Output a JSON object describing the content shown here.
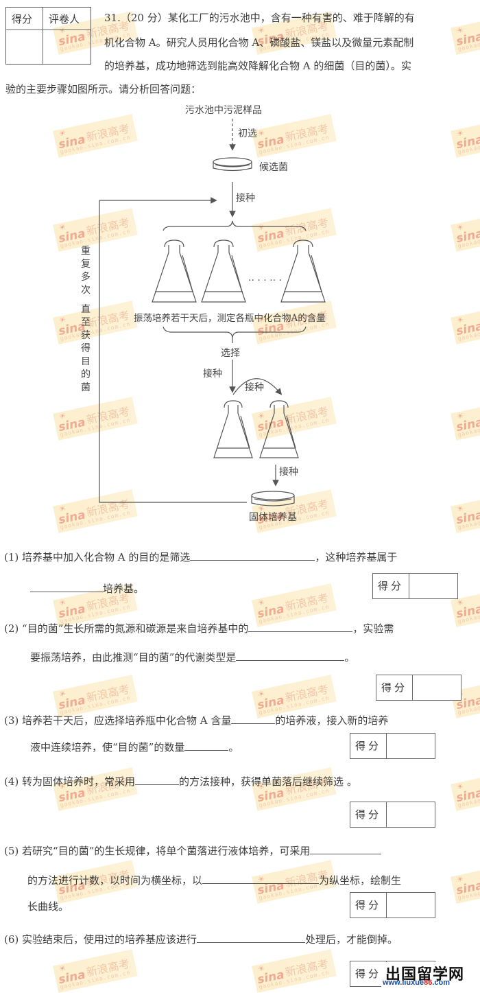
{
  "header_table": {
    "col1": "得分",
    "col2": "评卷人"
  },
  "question": {
    "number": "31.",
    "points": "（20 分）",
    "intro_line1": "某化工厂的污水池中，含有一种有害的、难于降解的有",
    "intro_line2": "机化合物 A。研究人员用化合物 A、磷酸盐、镁盐以及微量元素配制",
    "intro_line3": "的培养基，成功地筛选到能高效降解化合物 A 的细菌（目的菌）。实",
    "intro_line4": "验的主要步骤如图所示。请分析回答问题："
  },
  "diagram": {
    "source": "污水池中污泥样品",
    "step_initial": "初选",
    "candidate": "候选菌",
    "inoculate": "接种",
    "dots": "…… ……",
    "shake_note": "振荡培养若干天后，测定各瓶中化合物A的含量",
    "select": "选择",
    "inoculate2": "接种",
    "inoculate3": "接种",
    "inoculate4": "接种",
    "solid_medium": "固体培养基",
    "loop_label_1": "重复多次",
    "loop_label_2": "直至获得目的菌"
  },
  "sub_questions": [
    {
      "num": "(1)",
      "line1_a": "培养基中加入化合物 A 的目的是筛选",
      "line1_b": "，这种培养基属于",
      "line2_b": "培养基。"
    },
    {
      "num": "(2)",
      "line1_a": "“目的菌”生长所需的氮源和碳源是来自培养基中的",
      "line1_b": "，实验需",
      "line2_a": "要振荡培养，由此推测“目的菌”的代谢类型是",
      "line2_b": "。"
    },
    {
      "num": "(3)",
      "line1_a": "培养若干天后，应选择培养瓶中化合物 A 含量",
      "line1_b": "的培养液，接入新的培养",
      "line2_a": "液中连续培养，使“目的菌”的数量",
      "line2_b": "。"
    },
    {
      "num": "(4)",
      "line1_a": "转为固体培养时，常采用",
      "line1_b": "的方法接种，获得单菌落后继续筛选 。"
    },
    {
      "num": "(5)",
      "line1_a": "若研究“目的菌”的生长规律，将单个菌落进行液体培养，可采用",
      "line2_a": "的方法进行计数，以时间为横坐标，以",
      "line2_b": "为纵坐标，绘制生",
      "line3": "长曲线。"
    },
    {
      "num": "(6)",
      "line1_a": "实验结束后，使用过的培养基应该进行",
      "line1_b": "处理后，才能倒掉。"
    }
  ],
  "score_box_label": "得分",
  "watermark": {
    "brand": "sina",
    "cn": "新浪高考",
    "url": "gaokao.sina.com.cn"
  },
  "site_logo": {
    "name": "出国留学网",
    "url_prefix": "www.liuxue",
    "url_num": "86",
    "url_suffix": ".com"
  },
  "colors": {
    "text": "#3d3d3d",
    "watermark_bg": "#fbe3a6",
    "watermark_text": "#e8663a",
    "logo_url": "#1d4fa0",
    "logo_accent": "#dd2222"
  }
}
